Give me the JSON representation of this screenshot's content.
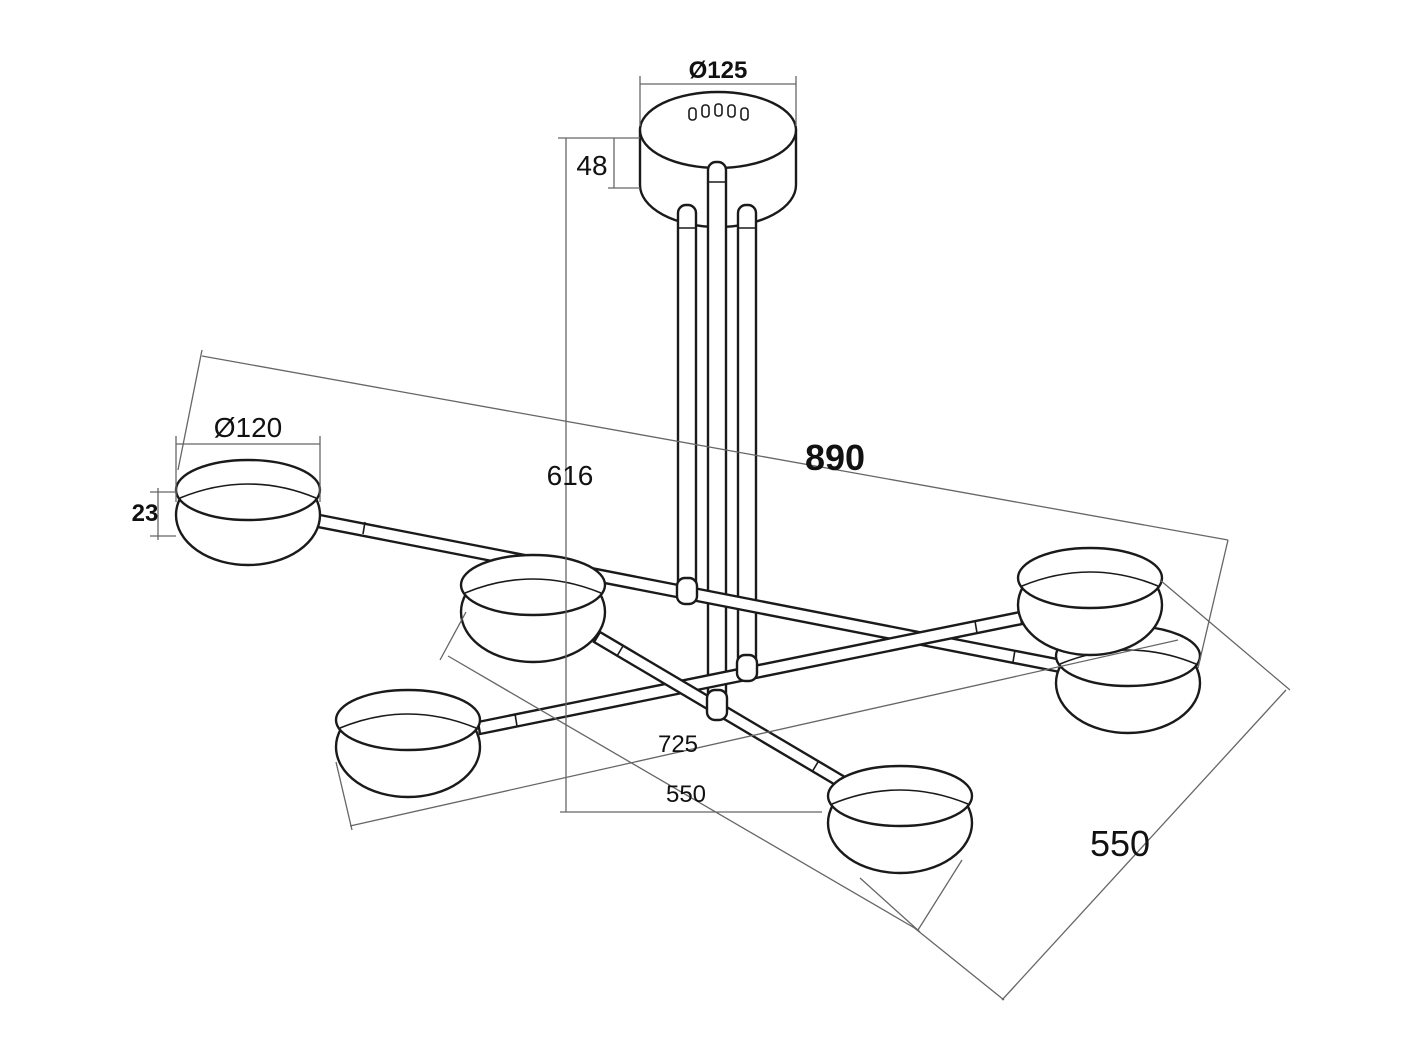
{
  "drawing": {
    "dimensions": {
      "canopy_diameter": "Ø125",
      "canopy_height": "48",
      "overall_height": "616",
      "disc_diameter": "Ø120",
      "disc_thickness": "23",
      "overall_span": "890",
      "arm_span_long": "725",
      "arm_span_short": "550",
      "depth_span": "550"
    }
  }
}
